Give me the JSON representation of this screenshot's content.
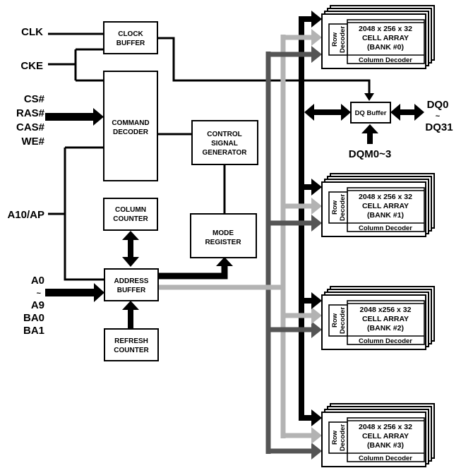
{
  "colors": {
    "line": "#000000",
    "bus_black": "#000000",
    "bus_light": "#b3b3b3",
    "bus_dark": "#555555",
    "background": "#ffffff"
  },
  "pins": {
    "clk": "CLK",
    "cke": "CKE",
    "cs": "CS#",
    "ras": "RAS#",
    "cas": "CAS#",
    "we": "WE#",
    "a10": "A10/AP",
    "a0": "A0",
    "tilde": "~",
    "a9": "A9",
    "ba0": "BA0",
    "ba1": "BA1",
    "dq0": "DQ0",
    "dq_tilde": "~",
    "dq31": "DQ31",
    "dqm": "DQM0~3"
  },
  "blocks": {
    "clock_buffer": [
      "CLOCK",
      "BUFFER"
    ],
    "command_decoder": [
      "COMMAND",
      "DECODER"
    ],
    "control_signal_generator": [
      "CONTROL",
      "SIGNAL",
      "GENERATOR"
    ],
    "column_counter": [
      "COLUMN",
      "COUNTER"
    ],
    "mode_register": [
      "MODE",
      "REGISTER"
    ],
    "address_buffer": [
      "ADDRESS",
      "BUFFER"
    ],
    "refresh_counter": [
      "REFRESH",
      "COUNTER"
    ],
    "dq_buffer": "DQ Buffer"
  },
  "banks": [
    {
      "size": "2048 x 256 x 32",
      "type": "CELL ARRAY",
      "name": "(BANK #0)",
      "row_decoder": [
        "Row",
        "Decoder"
      ],
      "column_decoder": "Column Decoder"
    },
    {
      "size": "2048 x 256 x 32",
      "type": "CELL ARRAY",
      "name": "(BANK #1)",
      "row_decoder": [
        "Row",
        "Decoder"
      ],
      "column_decoder": "Column Decoder"
    },
    {
      "size": "2048 x256 x 32",
      "type": "CELL ARRAY",
      "name": "(BANK #2)",
      "row_decoder": [
        "Row",
        "Decoder"
      ],
      "column_decoder": "Column Decoder"
    },
    {
      "size": "2048 x 256 x 32",
      "type": "CELL ARRAY",
      "name": "(BANK #3)",
      "row_decoder": [
        "Row",
        "Decoder"
      ],
      "column_decoder": "Column Decoder"
    }
  ]
}
